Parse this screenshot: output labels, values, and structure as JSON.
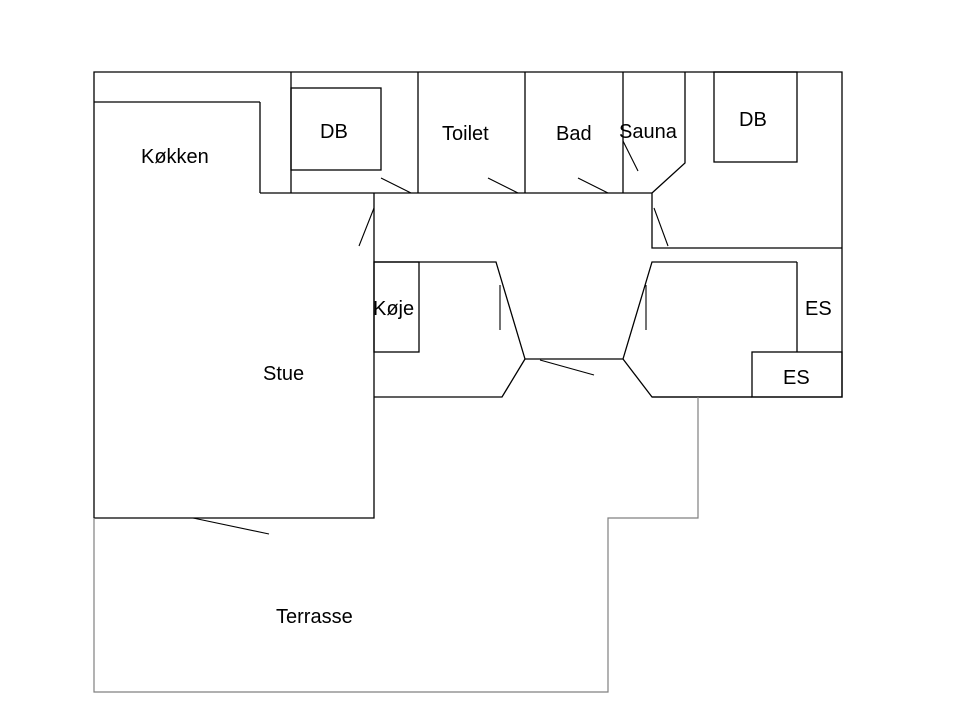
{
  "floorplan": {
    "rooms": {
      "kitchen": "Køkken",
      "db_left": "DB",
      "toilet": "Toilet",
      "bath": "Bad",
      "sauna": "Sauna",
      "db_right": "DB",
      "bunk": "Køje",
      "living": "Stue",
      "es_upper": "ES",
      "es_lower": "ES",
      "terrace": "Terrasse"
    }
  }
}
